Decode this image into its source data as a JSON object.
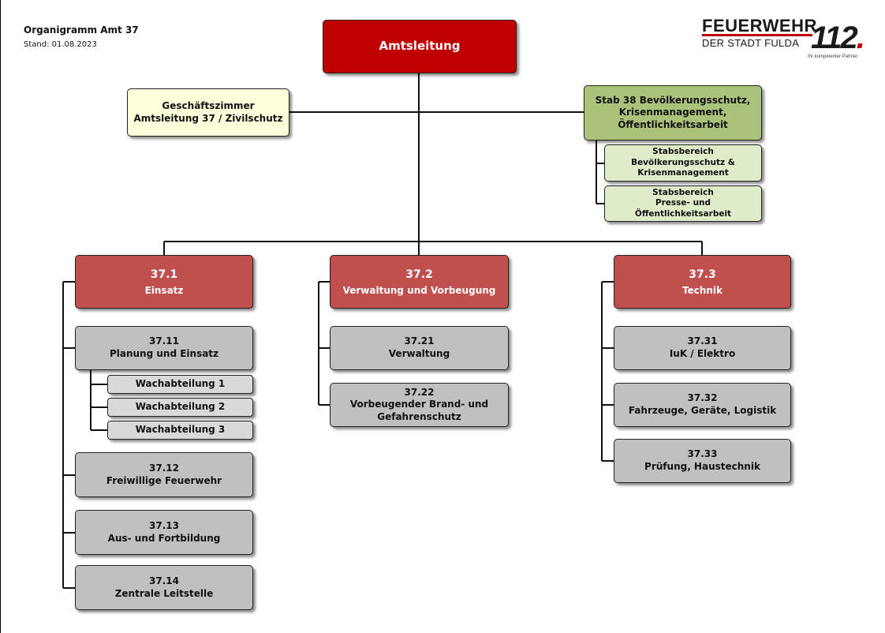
{
  "header": {
    "title": "Organigramm Amt 37",
    "date": "Stand: 01.08.2023"
  },
  "logo": {
    "line1": "FEUERWEHR",
    "line2": "DER STADT FULDA",
    "number_main": "112",
    "number_dot": ".",
    "tagline": "Ihr kompetenter Partner"
  },
  "leader": {
    "label": "Amtsleitung"
  },
  "office": {
    "line1": "Geschäftszimmer",
    "line2": "Amtsleitung 37 / Zivilschutz"
  },
  "staff": {
    "line1": "Stab 38 Bevölkerungsschutz,",
    "line2": "Krisenmanagement,",
    "line3": "Öffentlichkeitsarbeit",
    "areas": [
      {
        "line1": "Stabsbereich",
        "line2": "Bevölkerungsschutz &",
        "line3": "Krisenmanagement"
      },
      {
        "line1": "Stabsbereich",
        "line2": "Presse- und",
        "line3": "Öffentlichkeitsarbeit"
      }
    ]
  },
  "departments": [
    {
      "number": "37.1",
      "name": "Einsatz",
      "units": [
        {
          "number": "37.11",
          "name": "Planung und Einsatz"
        },
        {
          "number": "37.12",
          "name": "Freiwillige Feuerwehr"
        },
        {
          "number": "37.13",
          "name": "Aus- und Fortbildung"
        },
        {
          "number": "37.14",
          "name": "Zentrale Leitstelle"
        }
      ],
      "watch_sections": [
        "Wachabteilung 1",
        "Wachabteilung 2",
        "Wachabteilung 3"
      ]
    },
    {
      "number": "37.2",
      "name": "Verwaltung und Vorbeugung",
      "units": [
        {
          "number": "37.21",
          "name": "Verwaltung"
        },
        {
          "number": "37.22",
          "name": "Vorbeugender Brand- und",
          "name2": "Gefahrenschutz"
        }
      ]
    },
    {
      "number": "37.3",
      "name": "Technik",
      "units": [
        {
          "number": "37.31",
          "name": "IuK / Elektro"
        },
        {
          "number": "37.32",
          "name": "Fahrzeuge, Geräte, Logistik"
        },
        {
          "number": "37.33",
          "name": "Prüfung, Haustechnik"
        }
      ]
    }
  ],
  "colors": {
    "leader": "#c00000",
    "department": "#c0504d",
    "unit": "#c0c0c0",
    "watch_section": "#d9d9d9",
    "office": "#ffffdc",
    "staff": "#aac27a",
    "staff_area": "#dfecc9"
  }
}
